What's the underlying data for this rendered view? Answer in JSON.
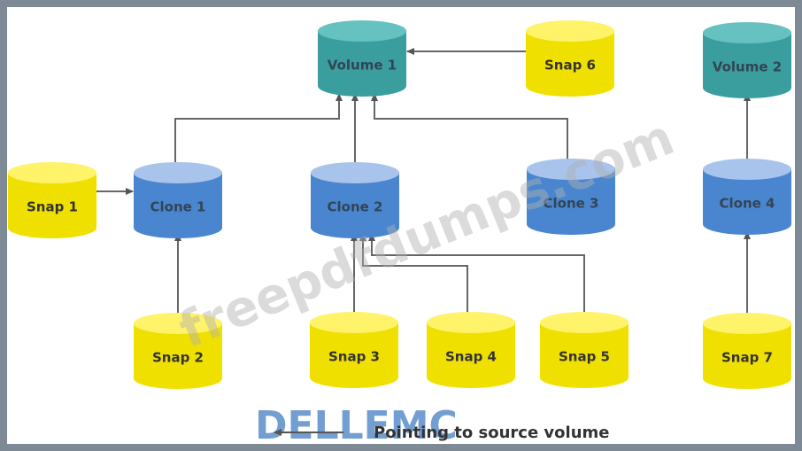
{
  "colors": {
    "volume_fill": "#3a9e9e",
    "volume_top": "#66c2c0",
    "clone_fill": "#4a86cf",
    "clone_top": "#a9c4ec",
    "snap_fill": "#f0e000",
    "snap_top": "#fff36a",
    "edge": "#666666"
  },
  "nodes": [
    {
      "id": "volume1",
      "label": "Volume 1",
      "kind": "volume"
    },
    {
      "id": "volume2",
      "label": "Volume 2",
      "kind": "volume"
    },
    {
      "id": "snap6",
      "label": "Snap 6",
      "kind": "snap"
    },
    {
      "id": "snap1",
      "label": "Snap 1",
      "kind": "snap"
    },
    {
      "id": "clone1",
      "label": "Clone 1",
      "kind": "clone"
    },
    {
      "id": "clone2",
      "label": "Clone 2",
      "kind": "clone"
    },
    {
      "id": "clone3",
      "label": "Clone 3",
      "kind": "clone"
    },
    {
      "id": "clone4",
      "label": "Clone 4",
      "kind": "clone"
    },
    {
      "id": "snap2",
      "label": "Snap 2",
      "kind": "snap"
    },
    {
      "id": "snap3",
      "label": "Snap 3",
      "kind": "snap"
    },
    {
      "id": "snap4",
      "label": "Snap 4",
      "kind": "snap"
    },
    {
      "id": "snap5",
      "label": "Snap 5",
      "kind": "snap"
    },
    {
      "id": "snap7",
      "label": "Snap 7",
      "kind": "snap"
    }
  ],
  "edges": [
    {
      "from": "snap6",
      "to": "volume1"
    },
    {
      "from": "clone1",
      "to": "volume1"
    },
    {
      "from": "clone2",
      "to": "volume1"
    },
    {
      "from": "clone3",
      "to": "volume1"
    },
    {
      "from": "snap1",
      "to": "clone1"
    },
    {
      "from": "snap2",
      "to": "clone1"
    },
    {
      "from": "snap3",
      "to": "clone2"
    },
    {
      "from": "snap4",
      "to": "clone2"
    },
    {
      "from": "snap5",
      "to": "clone2"
    },
    {
      "from": "clone4",
      "to": "volume2"
    },
    {
      "from": "snap7",
      "to": "clone4"
    }
  ],
  "legend": {
    "text": "Pointing to source volume",
    "arrow_icon": "left-arrow-icon"
  },
  "logo": {
    "text": "DELLEMC",
    "color": "#5b8ec9"
  },
  "watermark": {
    "text": "freepdfdumps.com"
  }
}
